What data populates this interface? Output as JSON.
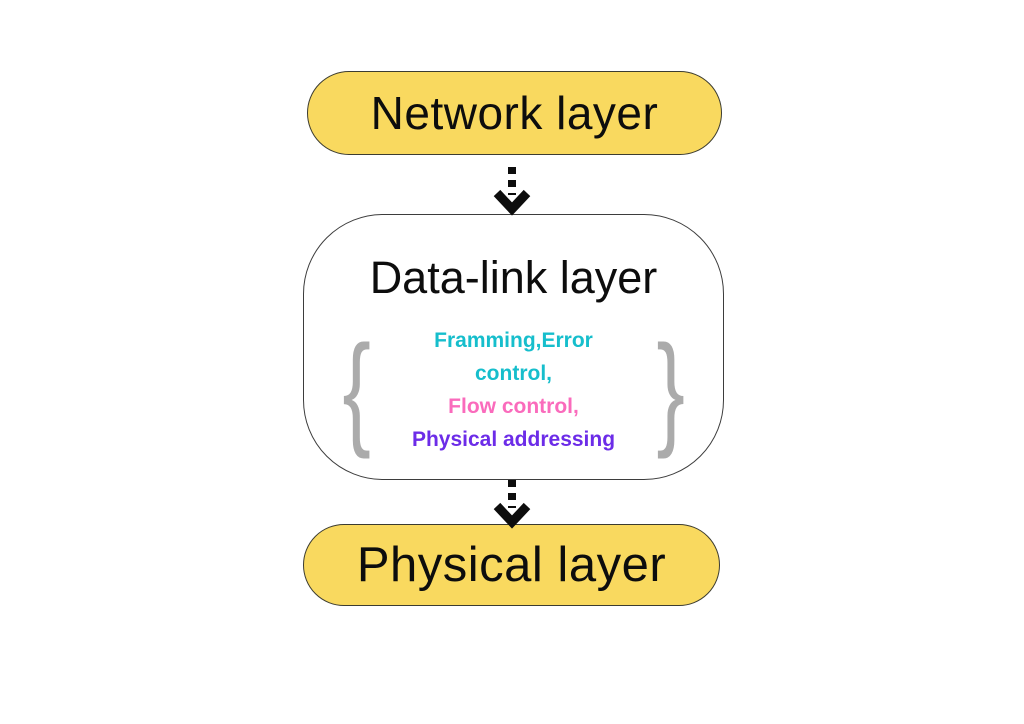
{
  "diagram": {
    "background": "#ffffff",
    "arrow_color": "#0d0d0d",
    "nodes": {
      "network": {
        "label": "Network layer",
        "fill": "#F9D95F",
        "text_color": "#0d0d0d"
      },
      "datalink": {
        "title": "Data-link layer",
        "title_color": "#0d0d0d",
        "fill": "#ffffff",
        "brace_color": "#ABABAB",
        "left_brace": "{",
        "right_brace": "}",
        "function_lines": [
          {
            "text": "Framming,Error",
            "color": "#16BECC"
          },
          {
            "text": "control,",
            "color": "#16BECC"
          },
          {
            "text": "Flow control,",
            "color": "#FA6BBC"
          },
          {
            "text": "Physical addressing",
            "color": "#6C2CE8"
          }
        ]
      },
      "physical": {
        "label": "Physical layer",
        "fill": "#F9D95F",
        "text_color": "#0d0d0d"
      }
    }
  }
}
